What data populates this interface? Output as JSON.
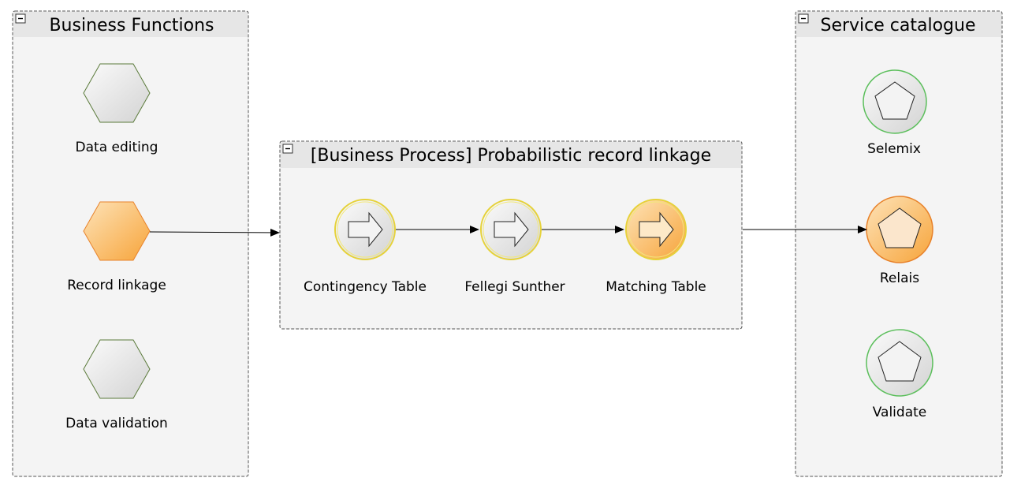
{
  "groups": {
    "business_functions": {
      "title": "Business Functions",
      "items": [
        {
          "label": "Data editing",
          "highlighted": false
        },
        {
          "label": "Record linkage",
          "highlighted": true
        },
        {
          "label": "Data validation",
          "highlighted": false
        }
      ]
    },
    "process": {
      "title": "[Business Process] Probabilistic record linkage",
      "steps": [
        {
          "label": "Contingency Table",
          "highlighted": false
        },
        {
          "label": "Fellegi Sunther",
          "highlighted": false
        },
        {
          "label": "Matching Table",
          "highlighted": true
        }
      ]
    },
    "service_catalogue": {
      "title": "Service catalogue",
      "items": [
        {
          "label": "Selemix",
          "highlighted": false
        },
        {
          "label": "Relais",
          "highlighted": true
        },
        {
          "label": "Validate",
          "highlighted": false
        }
      ]
    }
  },
  "icons": {
    "collapse": "collapse-icon",
    "function": "hexagon-icon",
    "step": "arrow-icon",
    "service": "pentagon-icon"
  },
  "colors": {
    "group_fill": "#f4f4f4",
    "group_header": "#e6e6e6",
    "group_border": "#555555",
    "function_border": "#5a7a3a",
    "highlight_border": "#e8822a",
    "step_ring": "#e6d23a",
    "service_ring": "#5cbf5c"
  }
}
